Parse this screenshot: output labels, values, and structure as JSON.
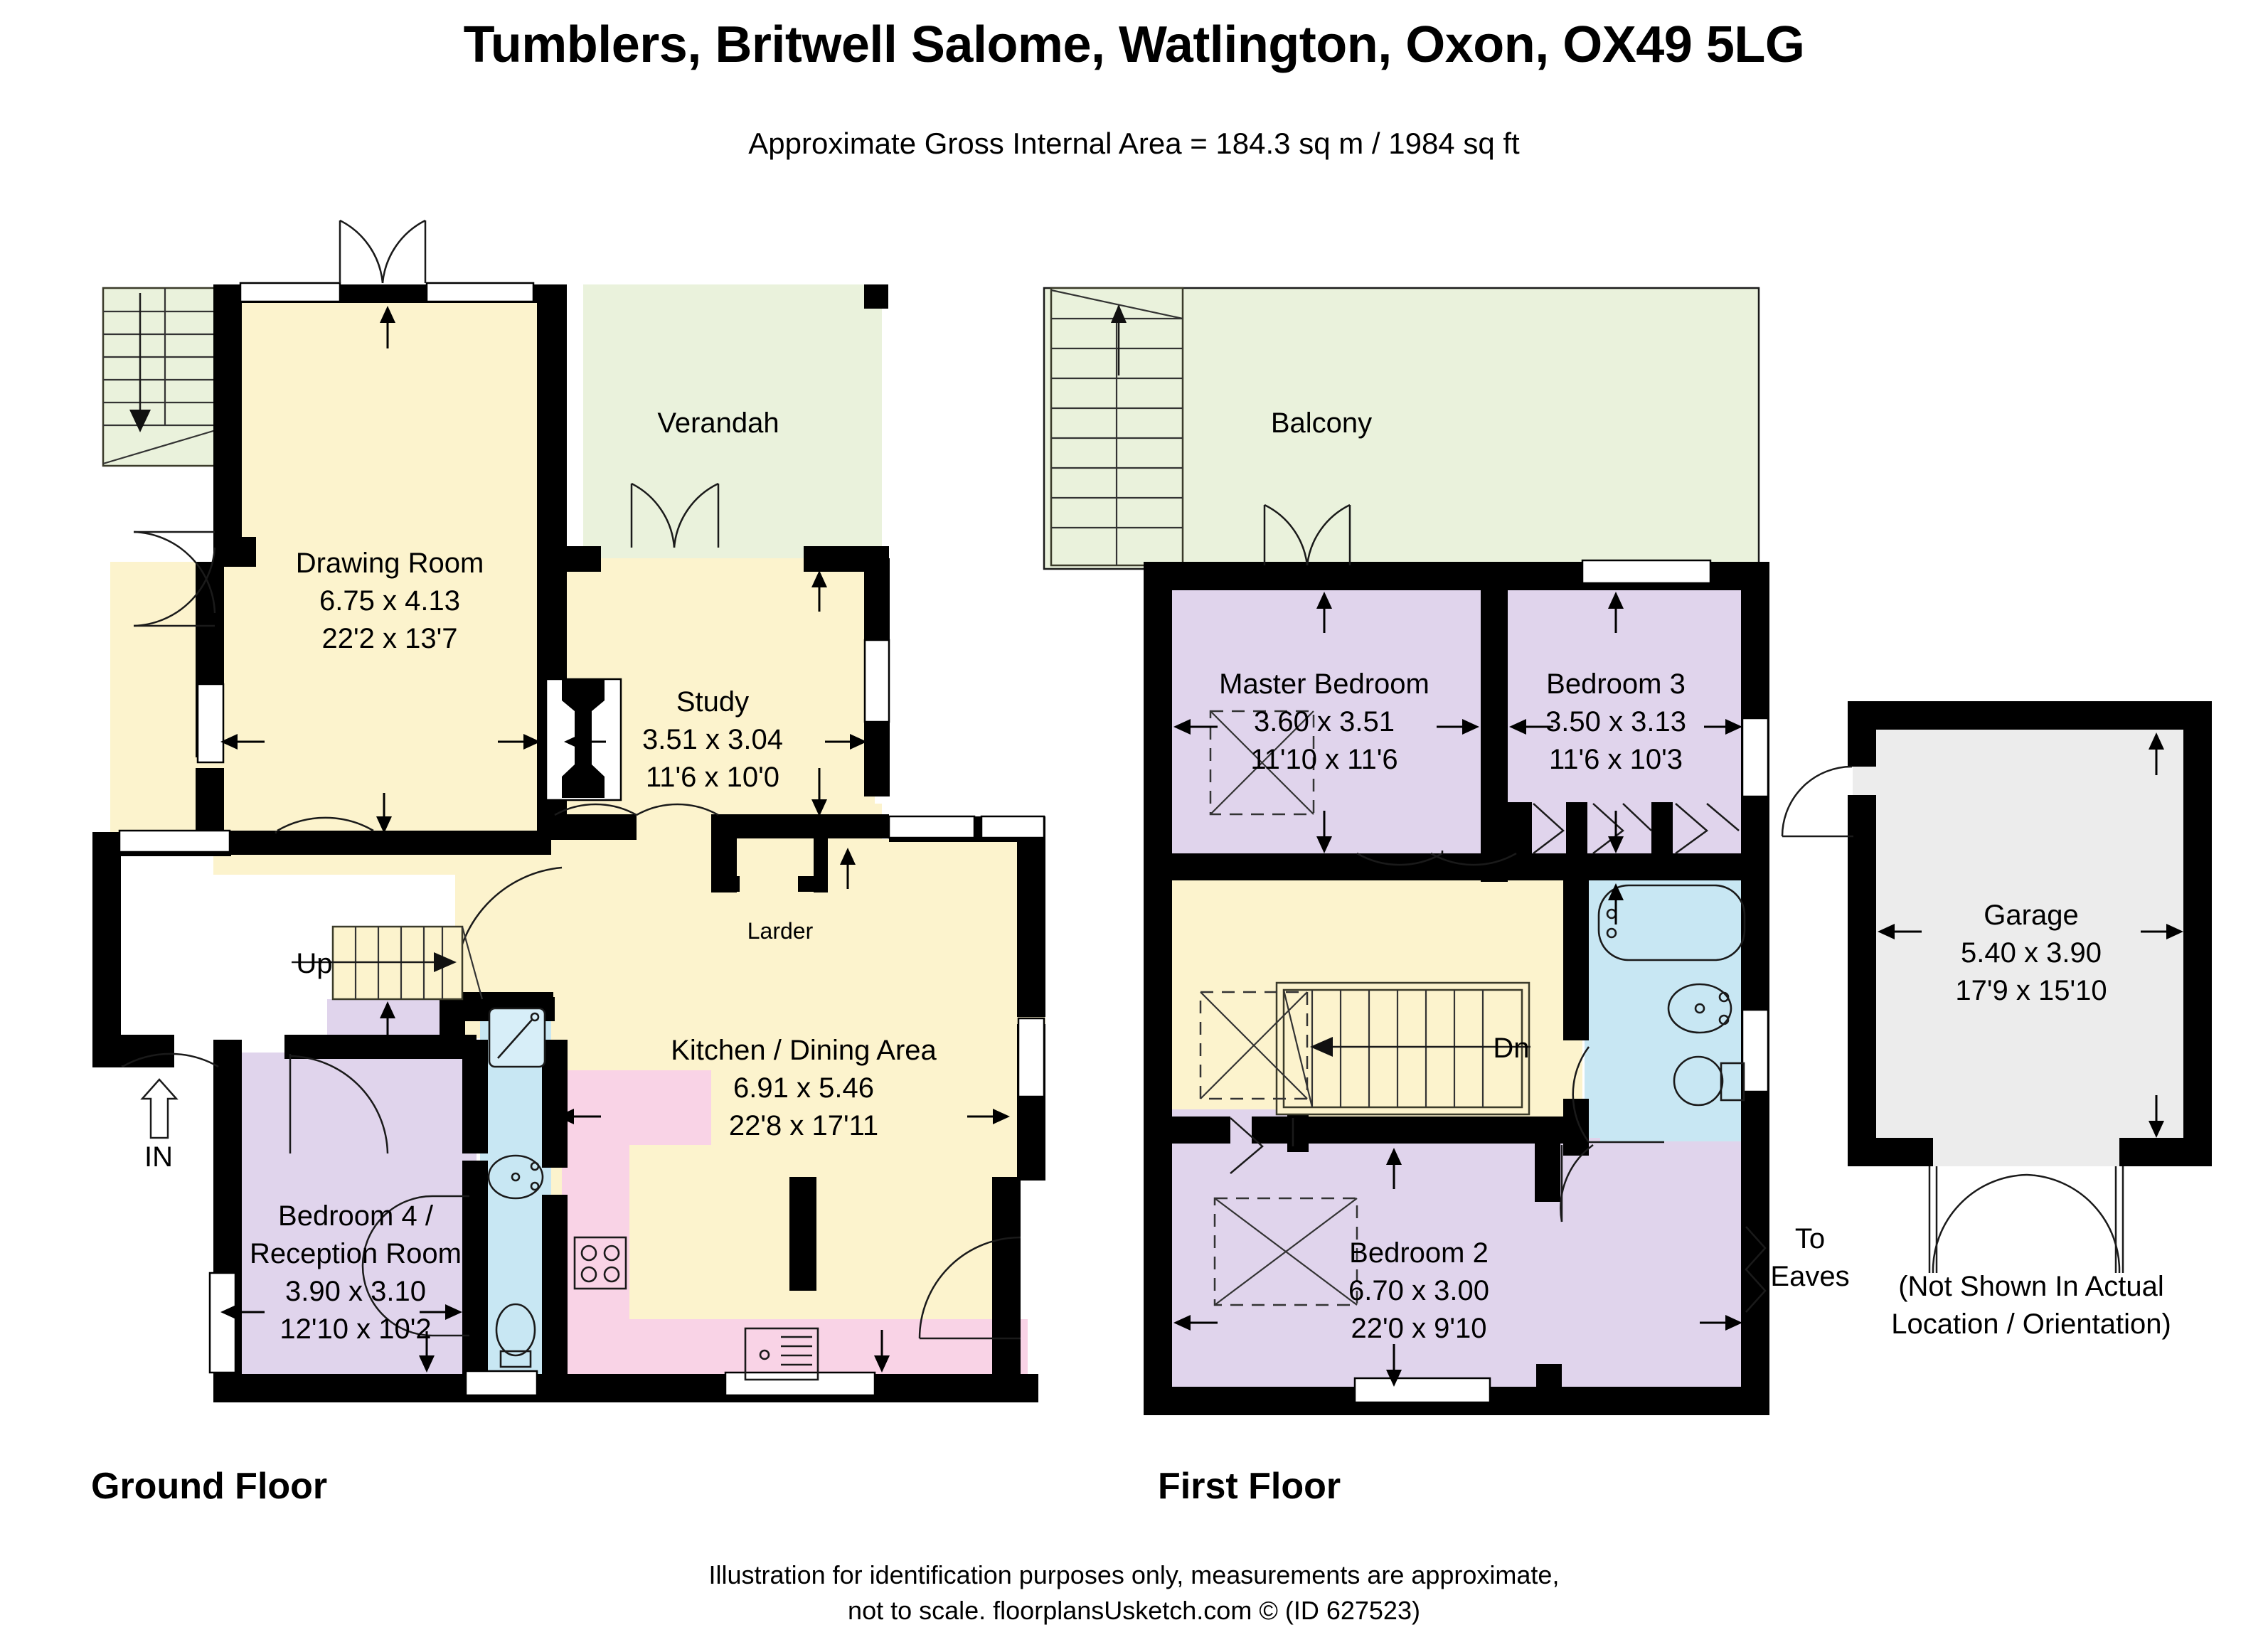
{
  "header": {
    "title": "Tumblers, Britwell Salome, Watlington, Oxon, OX49 5LG",
    "subtitle": "Approximate Gross Internal Area = 184.3 sq m / 1984 sq ft"
  },
  "floors": {
    "ground_label": "Ground Floor",
    "first_label": "First Floor"
  },
  "footer": {
    "line1": "Illustration for identification purposes only, measurements are approximate,",
    "line2": "not to scale. floorplansUsketch.com © (ID 627523)"
  },
  "colors": {
    "wall": "#000000",
    "living": "#fcf3cd",
    "outdoor": "#eaf2dc",
    "bedroom": "#e0d4ec",
    "bathroom": "#c8e7f3",
    "kitchen_units": "#f9d3e6",
    "garage": "#ececec"
  },
  "ground_floor": {
    "rooms": [
      {
        "name": "Drawing Room",
        "metric": "6.75 x 4.13",
        "imperial": "22'2 x 13'7"
      },
      {
        "name": "Verandah",
        "metric": "",
        "imperial": ""
      },
      {
        "name": "Study",
        "metric": "3.51 x 3.04",
        "imperial": "11'6 x 10'0"
      },
      {
        "name": "Larder",
        "metric": "",
        "imperial": ""
      },
      {
        "name": "Kitchen / Dining Area",
        "metric": "6.91 x 5.46",
        "imperial": "22'8 x 17'11"
      },
      {
        "name": "Bedroom 4 /",
        "name2": "Reception Room",
        "metric": "3.90 x 3.10",
        "imperial": "12'10 x 10'2"
      }
    ],
    "annotations": {
      "entrance": "IN",
      "stair_up": "Up"
    }
  },
  "first_floor": {
    "rooms": [
      {
        "name": "Balcony",
        "metric": "",
        "imperial": ""
      },
      {
        "name": "Master Bedroom",
        "metric": "3.60 x 3.51",
        "imperial": "11'10 x 11'6"
      },
      {
        "name": "Bedroom 3",
        "metric": "3.50 x 3.13",
        "imperial": "11'6 x 10'3"
      },
      {
        "name": "Bedroom 2",
        "metric": "6.70 x 3.00",
        "imperial": "22'0 x 9'10"
      }
    ],
    "annotations": {
      "stair_down": "Dn",
      "eaves_line1": "To",
      "eaves_line2": "Eaves"
    }
  },
  "garage": {
    "name": "Garage",
    "metric": "5.40 x 3.90",
    "imperial": "17'9 x 15'10",
    "note_line1": "(Not Shown In Actual",
    "note_line2": "Location / Orientation)"
  }
}
